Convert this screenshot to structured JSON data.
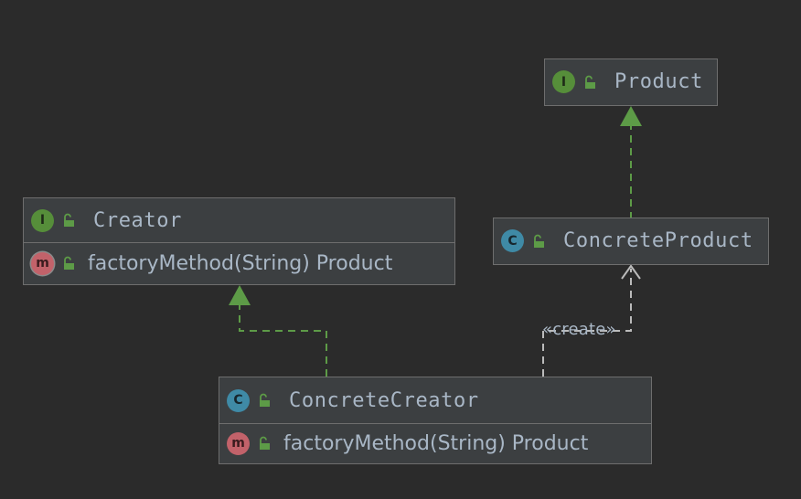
{
  "nodes": {
    "product": {
      "kind": "interface",
      "badge": "I",
      "name": "Product"
    },
    "creator": {
      "kind": "interface",
      "badge": "I",
      "name": "Creator",
      "member_badge": "m",
      "member": "factoryMethod(String) Product"
    },
    "concrete_product": {
      "kind": "class",
      "badge": "C",
      "name": "ConcreteProduct"
    },
    "concrete_creator": {
      "kind": "class",
      "badge": "C",
      "name": "ConcreteCreator",
      "member_badge": "m",
      "member": "factoryMethod(String) Product"
    }
  },
  "edges": [
    {
      "from": "ConcreteProduct",
      "to": "Product",
      "type": "realization"
    },
    {
      "from": "ConcreteCreator",
      "to": "Creator",
      "type": "realization"
    },
    {
      "from": "ConcreteCreator",
      "to": "ConcreteProduct",
      "type": "dependency",
      "label": "«create»"
    }
  ],
  "edge_labels": {
    "create": "«create»"
  },
  "colors": {
    "background": "#2b2b2b",
    "node_fill": "#3c3f41",
    "node_border": "#6e6e6e",
    "text": "#a9b7c6",
    "realization": "#5d9b47",
    "dependency": "#bbbbbb",
    "interface_badge": "#568e3a",
    "class_badge": "#3f8aa6",
    "method_badge": "#c2626a",
    "lock": "#5d9b47"
  },
  "icons": {
    "visibility": "unlocked-padlock-icon"
  }
}
